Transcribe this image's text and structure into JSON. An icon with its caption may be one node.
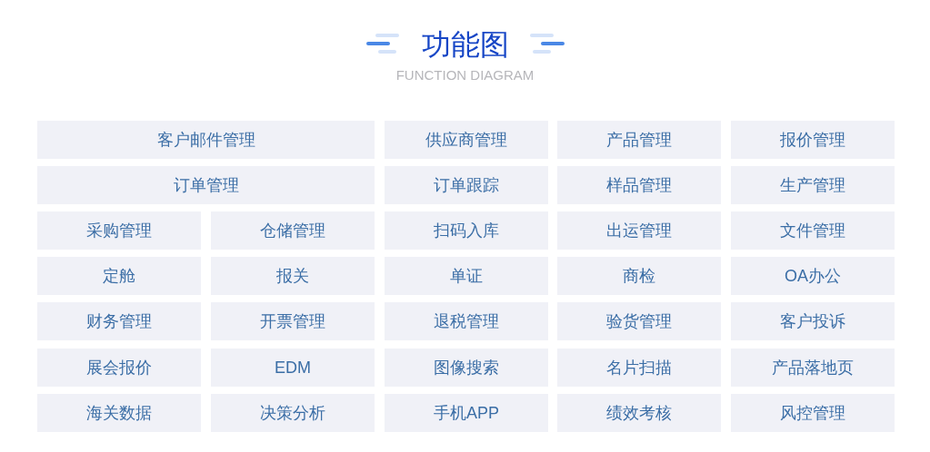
{
  "diagram": {
    "title": "功能图",
    "nodes": [
      {
        "text": [
          "客户邮件管理"
        ]
      },
      {
        "text": [
          "供应商管理"
        ]
      },
      {
        "text": [
          "产品管理"
        ]
      },
      {
        "text": [
          "报价管理"
        ]
      },
      {
        "text": [
          "订单管理"
        ]
      },
      {
        "text": [
          "订单跟踪"
        ]
      },
      {
        "text": [
          "样品管理"
        ]
      },
      {
        "text": [
          "生产管理"
        ]
      },
      {
        "text": [
          "采购管理"
        ]
      },
      {
        "text": [
          "仓储管理"
        ]
      },
      {
        "text": [
          "扫码入库"
        ]
      },
      {
        "text": [
          "出运管理"
        ]
      },
      {
        "text": [
          "文件管理"
        ]
      },
      {
        "text": [
          "定舱"
        ]
      },
      {
        "text": [
          "报关"
        ]
      },
      {
        "text": [
          "单证"
        ]
      },
      {
        "text": [
          "商检"
        ]
      },
      {
        "text": [
          "OA办公"
        ]
      },
      {
        "text": [
          "财务管理"
        ]
      },
      {
        "text": [
          "开票管理"
        ]
      },
      {
        "text": [
          "退税管理"
        ]
      },
      {
        "text": [
          "验货管理"
        ]
      },
      {
        "text": [
          "客户投诉"
        ]
      },
      {
        "text": [
          "展会报价"
        ]
      },
      {
        "text": [
          "EDM"
        ]
      },
      {
        "text": [
          "图像搜索"
        ]
      },
      {
        "text": [
          "名片扫描"
        ]
      },
      {
        "text": [
          "产品落地页"
        ]
      },
      {
        "text": [
          "海关数据"
        ]
      },
      {
        "text": [
          "决策分析"
        ]
      },
      {
        "text": [
          "手机APP"
        ]
      },
      {
        "text": [
          "绩效考核"
        ]
      },
      {
        "text": [
          "风控管理"
        ]
      }
    ],
    "labels": [
      "FUNCTION DIAGRAM"
    ]
  }
}
